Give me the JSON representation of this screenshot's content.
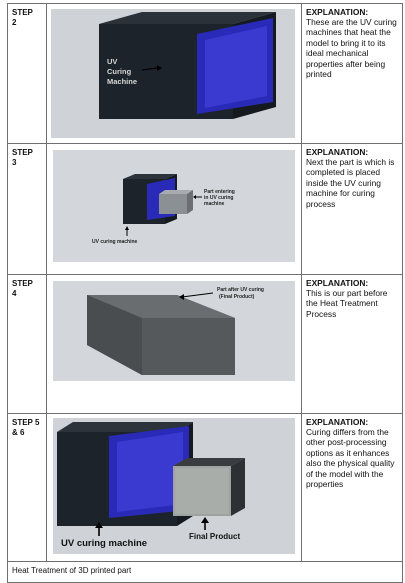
{
  "rows": [
    {
      "step": "STEP\n2",
      "explanation_title": "EXPLANATION:",
      "explanation_text": "These are the UV curing machines that heat the model to bring it to its ideal mechanical properties after being printed",
      "labels": [
        "UV",
        "Curing",
        "Machine"
      ]
    },
    {
      "step": "STEP\n3",
      "explanation_title": "EXPLANATION:",
      "explanation_text": "Next the part is which is completed is placed inside the UV curing machine for curing process",
      "labels": [
        "Part entering",
        "in UV curing",
        "machine",
        "UV curing machine"
      ]
    },
    {
      "step": "STEP\n4",
      "explanation_title": "EXPLANATION:",
      "explanation_text": "This is our part before the Heat Treatment Process",
      "labels": [
        "Part after UV curing",
        "(Final Product)"
      ]
    },
    {
      "step": "STEP 5\n& 6",
      "explanation_title": "EXPLANATION:",
      "explanation_text": "Curing differs from the other post-processing options as it enhances also the physical quality of the model with the properties",
      "labels": [
        "UV curing machine",
        "Final Product"
      ]
    }
  ],
  "caption": "Heat Treatment of 3D printed part",
  "colors": {
    "uv_blue": "#2a2ab8",
    "box_dark": "#1d232b",
    "bg_gray": "#cfd3d7",
    "part_gray": "#5a5d60"
  }
}
